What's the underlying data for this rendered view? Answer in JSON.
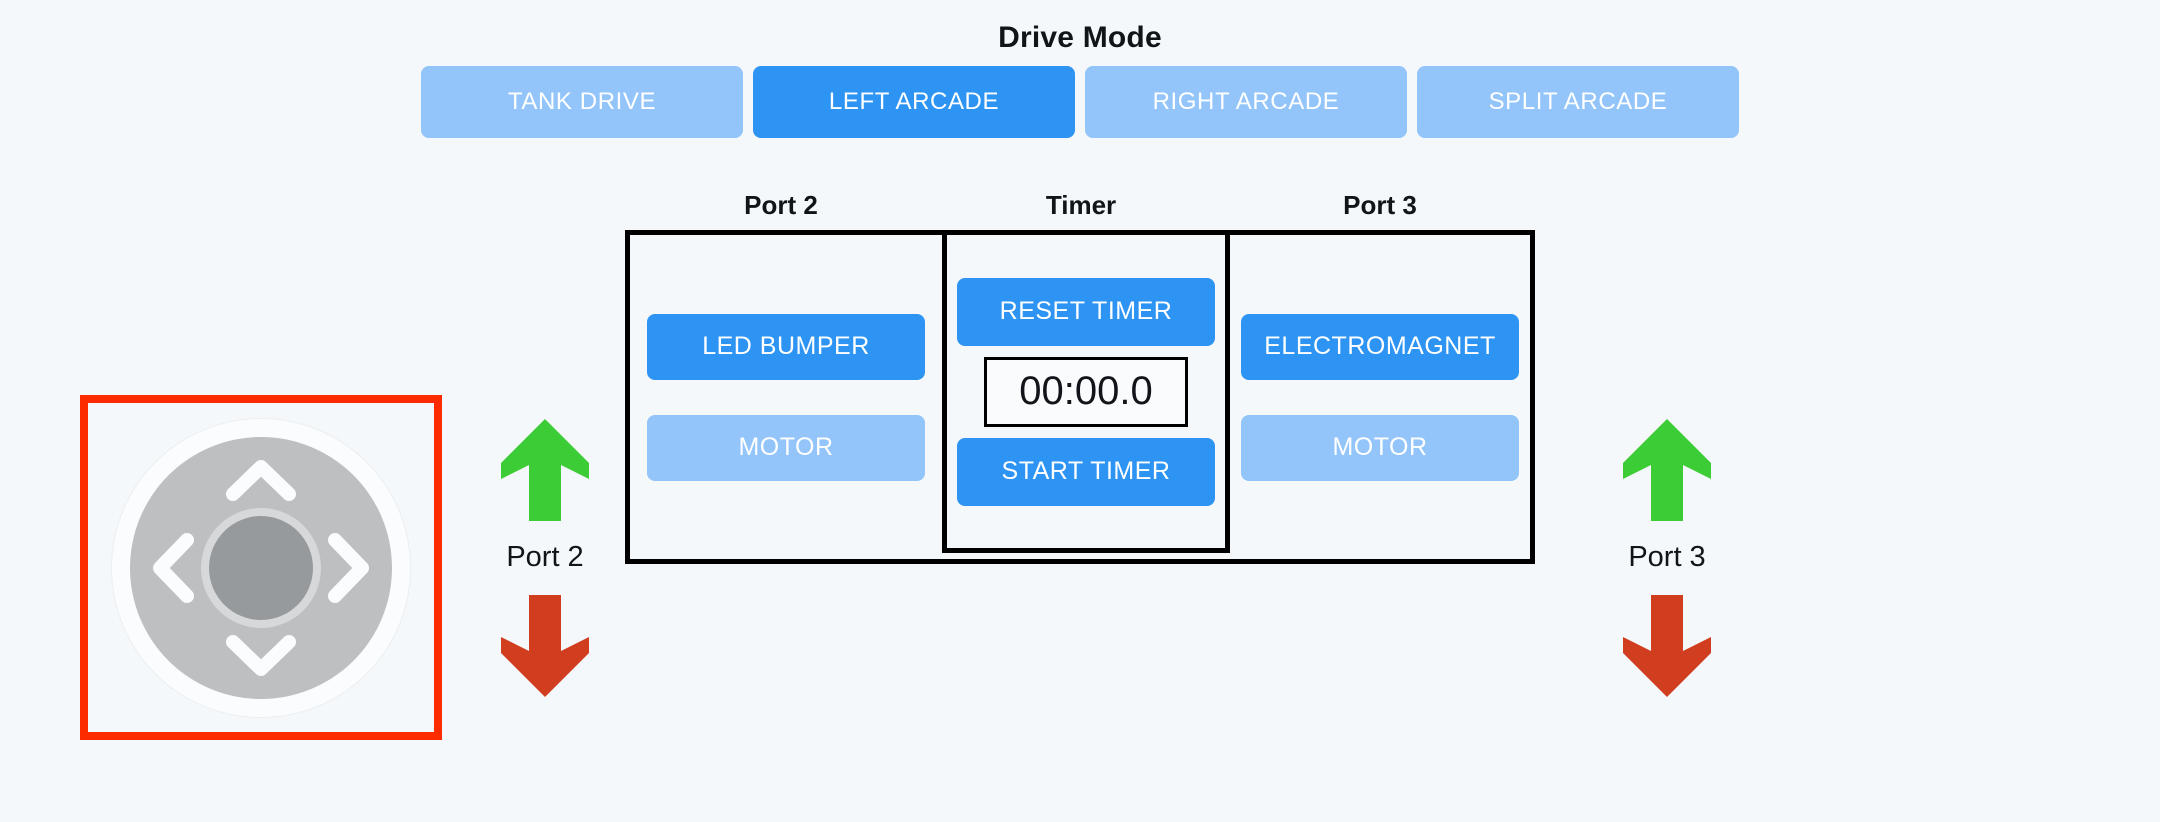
{
  "drive_mode": {
    "title": "Drive Mode",
    "modes": [
      {
        "label": "TANK DRIVE",
        "active": false
      },
      {
        "label": "LEFT ARCADE",
        "active": true
      },
      {
        "label": "RIGHT ARCADE",
        "active": false
      },
      {
        "label": "SPLIT ARCADE",
        "active": false
      }
    ]
  },
  "panel": {
    "headers": {
      "port2": "Port 2",
      "timer": "Timer",
      "port3": "Port 3"
    },
    "port2": {
      "primary_button": "LED BUMPER",
      "secondary_button": "MOTOR"
    },
    "timer": {
      "reset_button": "RESET TIMER",
      "display_value": "00:00.0",
      "start_button": "START TIMER"
    },
    "port3": {
      "primary_button": "ELECTROMAGNET",
      "secondary_button": "MOTOR"
    }
  },
  "dpad": {
    "up_icon": "chevron-up-icon",
    "down_icon": "chevron-down-icon",
    "left_icon": "chevron-left-icon",
    "right_icon": "chevron-right-icon"
  },
  "port_arrows": {
    "port2": {
      "up_icon": "arrow-up-icon",
      "label": "Port 2",
      "down_icon": "arrow-down-icon"
    },
    "port3": {
      "up_icon": "arrow-up-icon",
      "label": "Port 3",
      "down_icon": "arrow-down-icon"
    }
  },
  "colors": {
    "background": "#f4f8fa",
    "accent_active": "#2d94f3",
    "accent_inactive": "#93c5fa",
    "panel_border": "#000000",
    "dpad_frame": "#fc2b00",
    "arrow_up": "#3ccc35",
    "arrow_down": "#d13d1f",
    "text_dark": "#111418",
    "text_light": "#ffffff"
  }
}
